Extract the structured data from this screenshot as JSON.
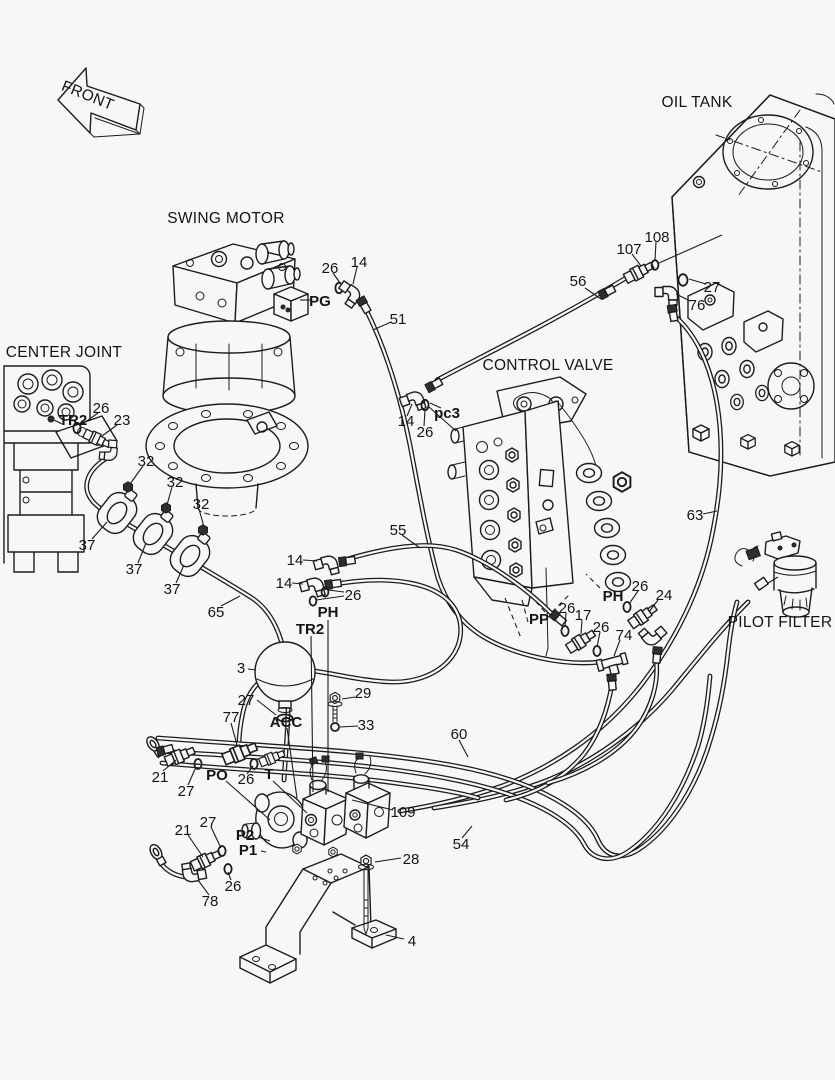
{
  "titles": {
    "front": "FRONT",
    "swing_motor": "SWING MOTOR",
    "oil_tank": "OIL TANK",
    "center_joint": "CENTER JOINT",
    "control_valve": "CONTROL VALVE",
    "pilot_filter": "PILOT FILTER"
  },
  "ports": {
    "pg": "PG",
    "pc3": "pc3",
    "tr2_cj": "TR2",
    "tr2_m": "TR2",
    "ph_m": "PH",
    "ph_cv": "PH",
    "pp": "PP",
    "acc": "ACC",
    "po": "PO",
    "t": "T",
    "p2": "P2",
    "p1": "P1"
  },
  "callouts": {
    "n26_pg": "26",
    "n14_pg": "14",
    "n51": "51",
    "n56": "56",
    "n107": "107",
    "n108": "108",
    "n27_tank": "27",
    "n76": "76",
    "n26_cj": "26",
    "n23": "23",
    "n32_a": "32",
    "n32_b": "32",
    "n32_c": "32",
    "n37_a": "37",
    "n37_b": "37",
    "n37_c": "37",
    "n65": "65",
    "n55": "55",
    "n14_a": "14",
    "n14_b": "14",
    "n26_m": "26",
    "n14_pc3": "14",
    "n26_pc3": "26",
    "n26_ph": "26",
    "n24": "24",
    "n26_pp": "26",
    "n17": "17",
    "n26_74": "26",
    "n74": "74",
    "n63": "63",
    "n3": "3",
    "n27_acc": "27",
    "n29": "29",
    "n33": "33",
    "n77": "77",
    "n21_a": "21",
    "n27_a": "27",
    "n26_po": "26",
    "n21_b": "21",
    "n27_b": "27",
    "n26_p1": "26",
    "n78": "78",
    "n109": "109",
    "n54": "54",
    "n60": "60",
    "n28": "28",
    "n4": "4"
  },
  "colors": {
    "background": "#f7f7f7",
    "line": "#1c1c1c"
  }
}
